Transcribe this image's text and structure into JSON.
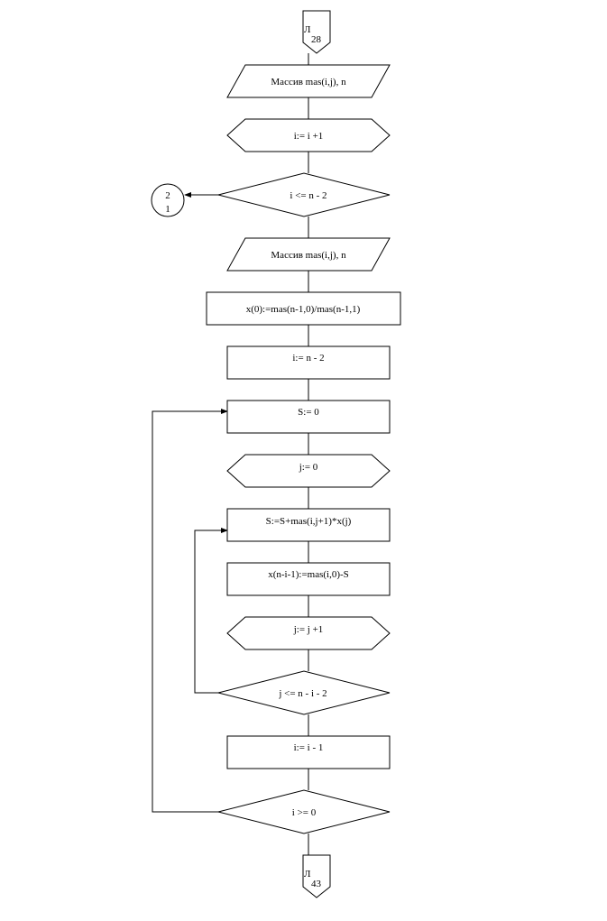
{
  "diagram": {
    "top_offpage": {
      "letter": "Л",
      "number": "28"
    },
    "bottom_offpage": {
      "letter": "Л",
      "number": "43"
    },
    "connector": {
      "line1": "2",
      "line2": "1"
    },
    "blocks": {
      "input1": "Массив mas(i,j), n",
      "prep_i_inc": "i:= i +1",
      "dec_i_le": "i <= n  - 2",
      "input2": "Массив mas(i,j), n",
      "proc_x0": "x(0):=mas(n-1,0)/mas(n-1,1)",
      "proc_i_init": "i:= n - 2",
      "proc_s0": "S:= 0",
      "prep_j0": "j:= 0",
      "proc_s_sum": "S:=S+mas(i,j+1)*x(j)",
      "proc_x_assign": "x(n-i-1):=mas(i,0)-S",
      "prep_j_inc": "j:= j +1",
      "dec_j_le": "j <= n  -  i - 2",
      "proc_i_dec": "i:= i - 1",
      "dec_i_ge": "i >= 0"
    }
  }
}
